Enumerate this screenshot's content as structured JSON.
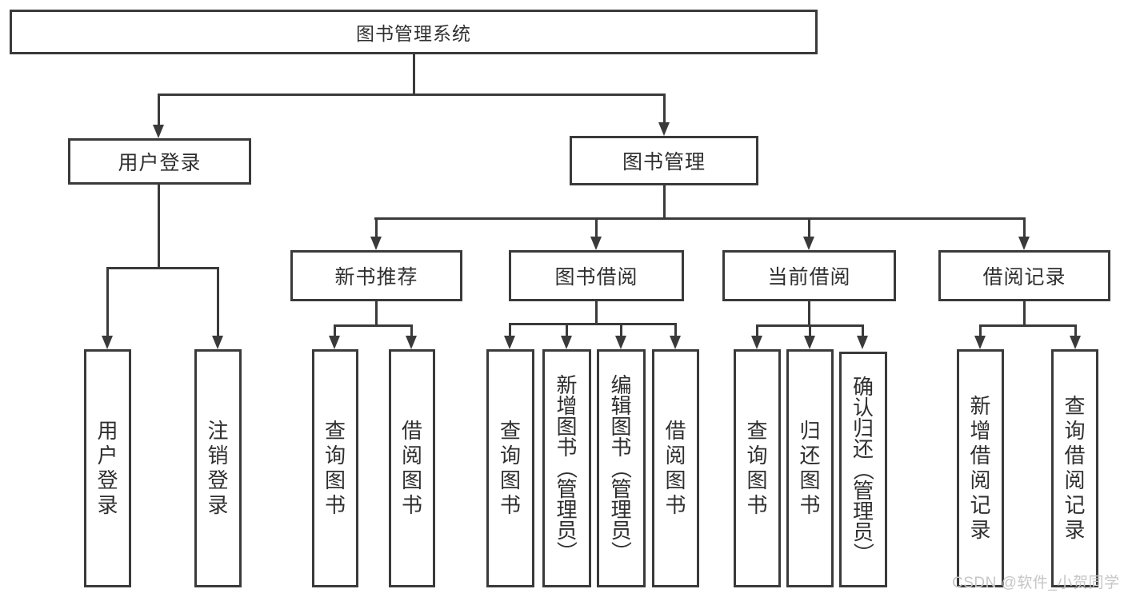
{
  "diagram_title": "图书管理系统",
  "nodes": {
    "root": {
      "label": "图书管理系统"
    },
    "user_login": {
      "label": "用户登录",
      "children": [
        {
          "label": "用户登录"
        },
        {
          "label": "注销登录"
        }
      ]
    },
    "book_mgmt": {
      "label": "图书管理",
      "children": [
        {
          "label": "新书推荐",
          "children": [
            {
              "label": "查询图书"
            },
            {
              "label": "借阅图书"
            }
          ]
        },
        {
          "label": "图书借阅",
          "children": [
            {
              "label": "查询图书"
            },
            {
              "label": "新增图书（管理员）"
            },
            {
              "label": "编辑图书（管理员）"
            },
            {
              "label": "借阅图书"
            }
          ]
        },
        {
          "label": "当前借阅",
          "children": [
            {
              "label": "查询图书"
            },
            {
              "label": "归还图书"
            },
            {
              "label": "确认归还（管理员）"
            }
          ]
        },
        {
          "label": "借阅记录",
          "children": [
            {
              "label": "新增借阅记录"
            },
            {
              "label": "查询借阅记录"
            }
          ]
        }
      ]
    }
  },
  "watermark": "CSDN @软件_小贺同学",
  "colors": {
    "line": "#3a3a3a",
    "text": "#2f2f2f",
    "watermark": "#c6c6c6",
    "background": "#ffffff"
  }
}
